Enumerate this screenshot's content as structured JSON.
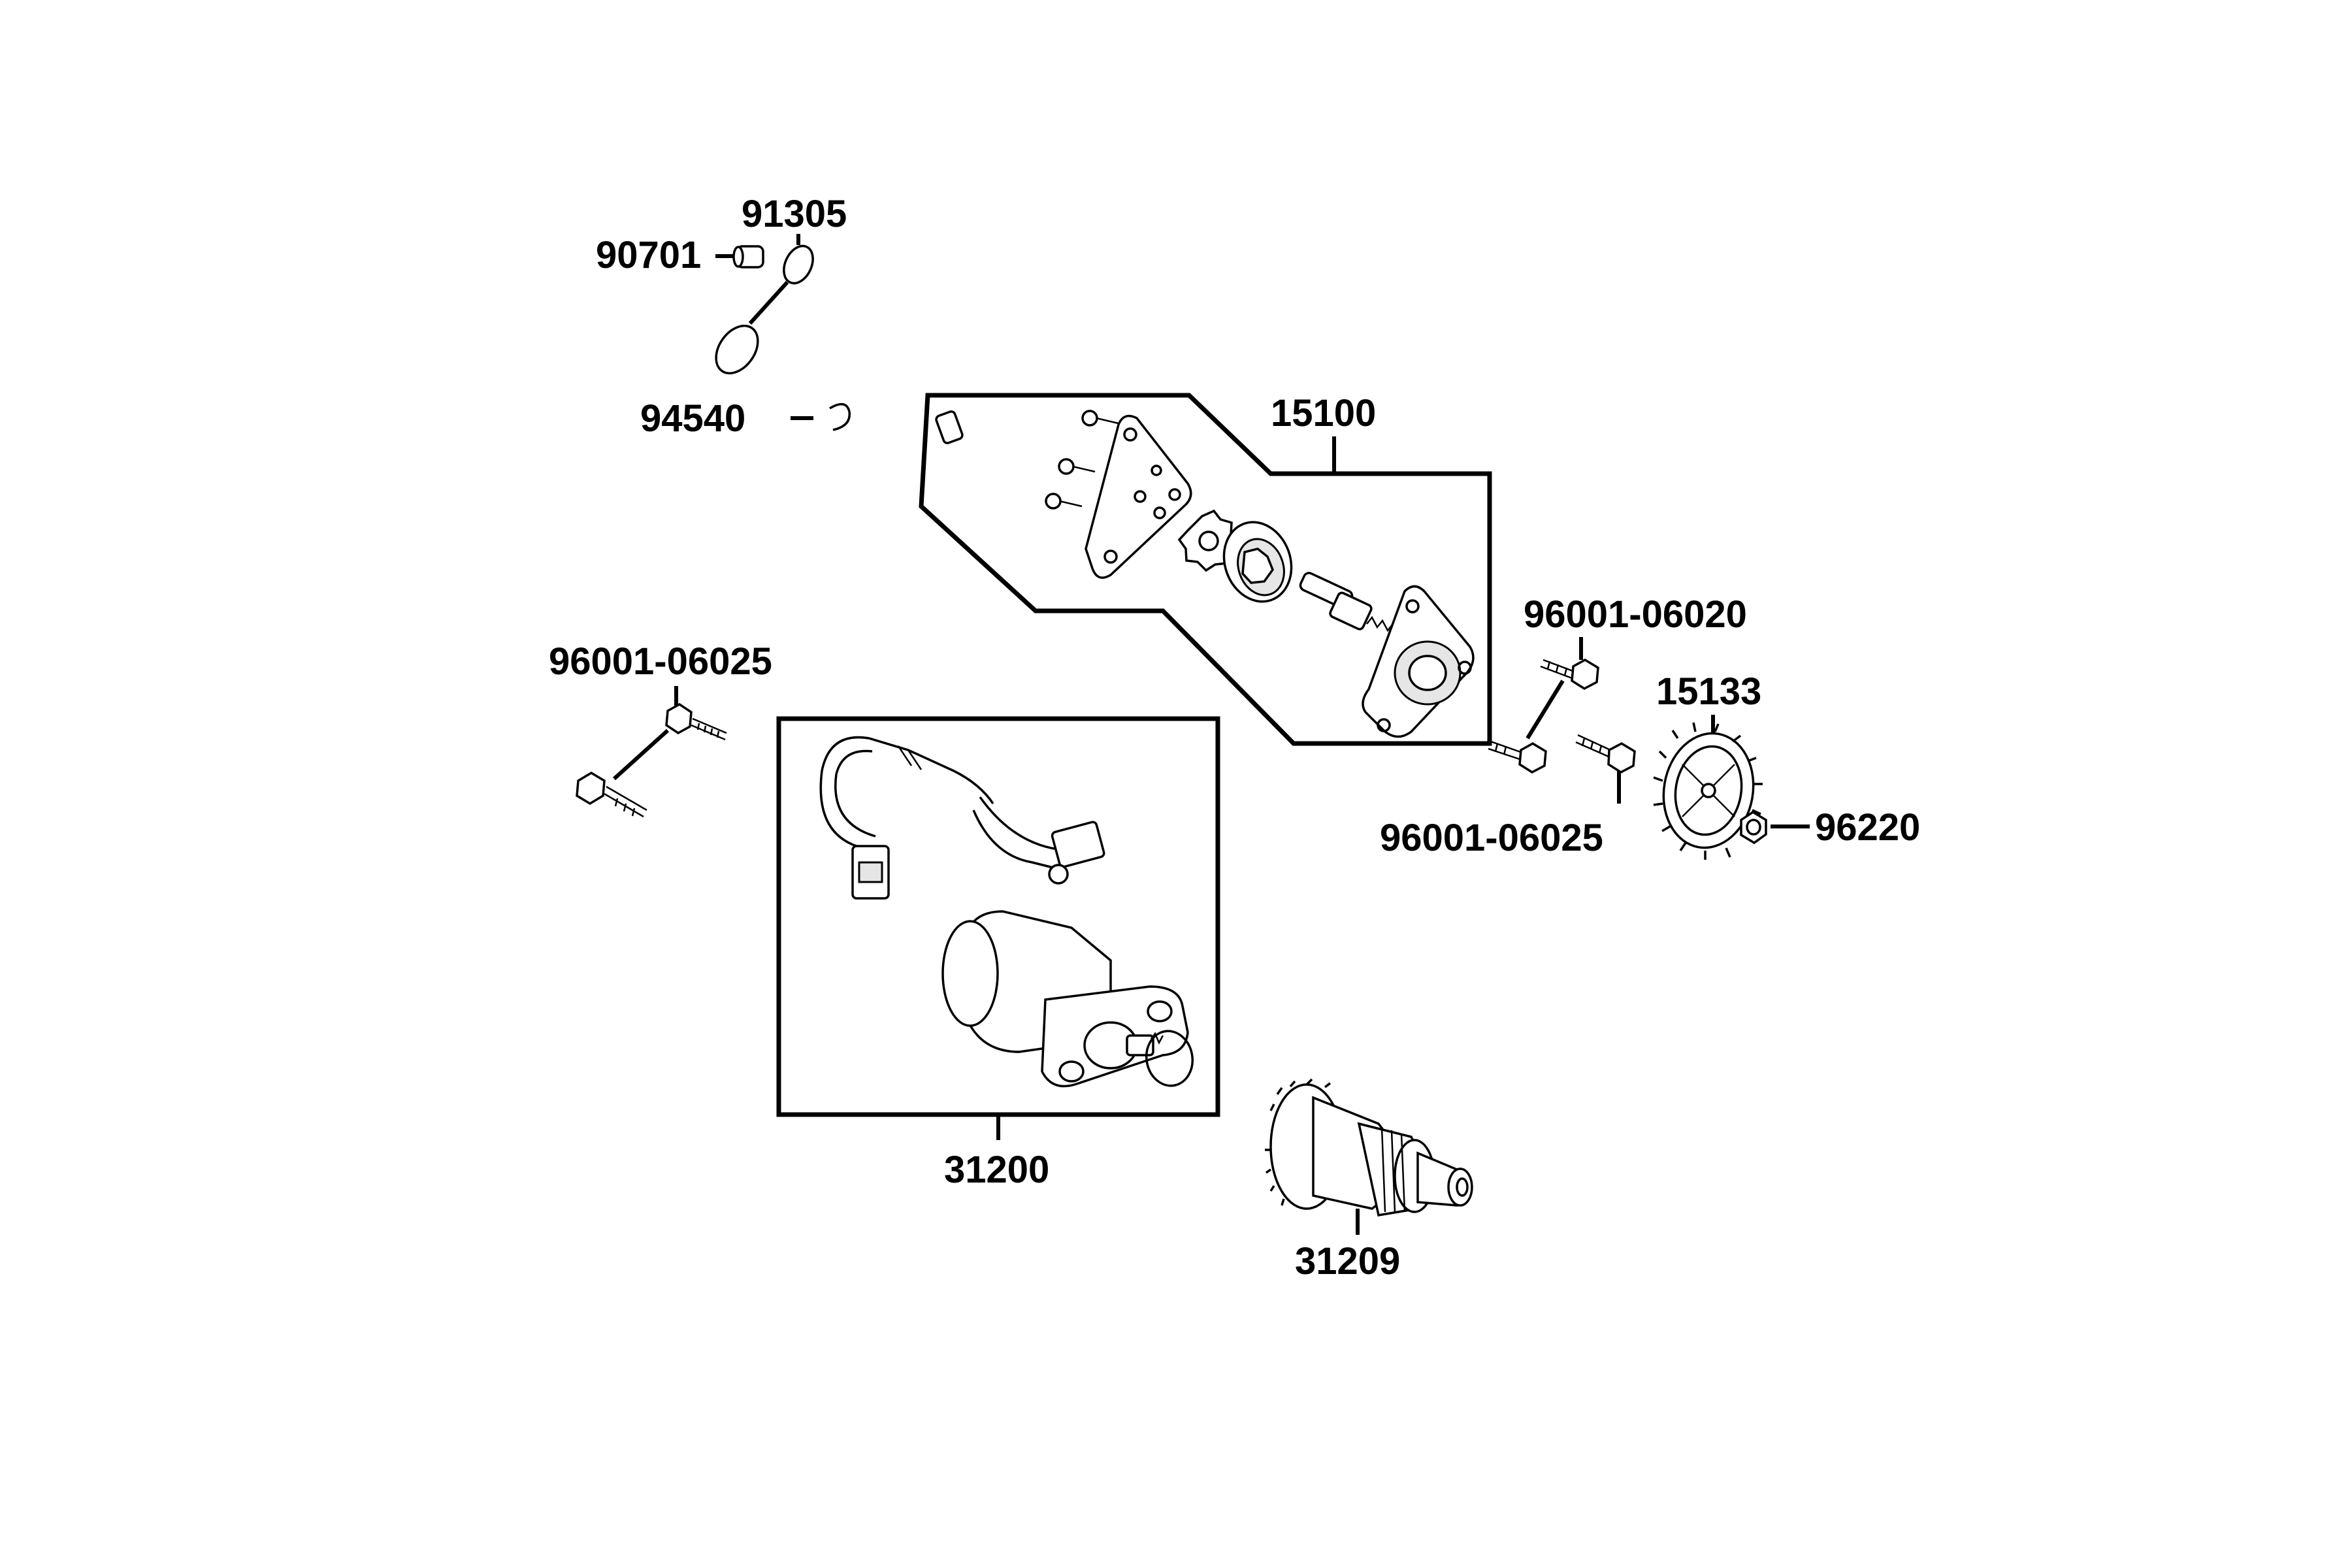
{
  "labels": {
    "p90701": "90701",
    "p91305": "91305",
    "p94540": "94540",
    "p15100": "15100",
    "p96001_06020": "96001-06020",
    "p96001_06025_left": "96001-06025",
    "p96001_06025_right": "96001-06025",
    "p15133": "15133",
    "p96220": "96220",
    "p31200": "31200",
    "p31209": "31209"
  },
  "colors": {
    "ink": "#000000",
    "background": "#ffffff",
    "shade": "#e6e6e6"
  }
}
